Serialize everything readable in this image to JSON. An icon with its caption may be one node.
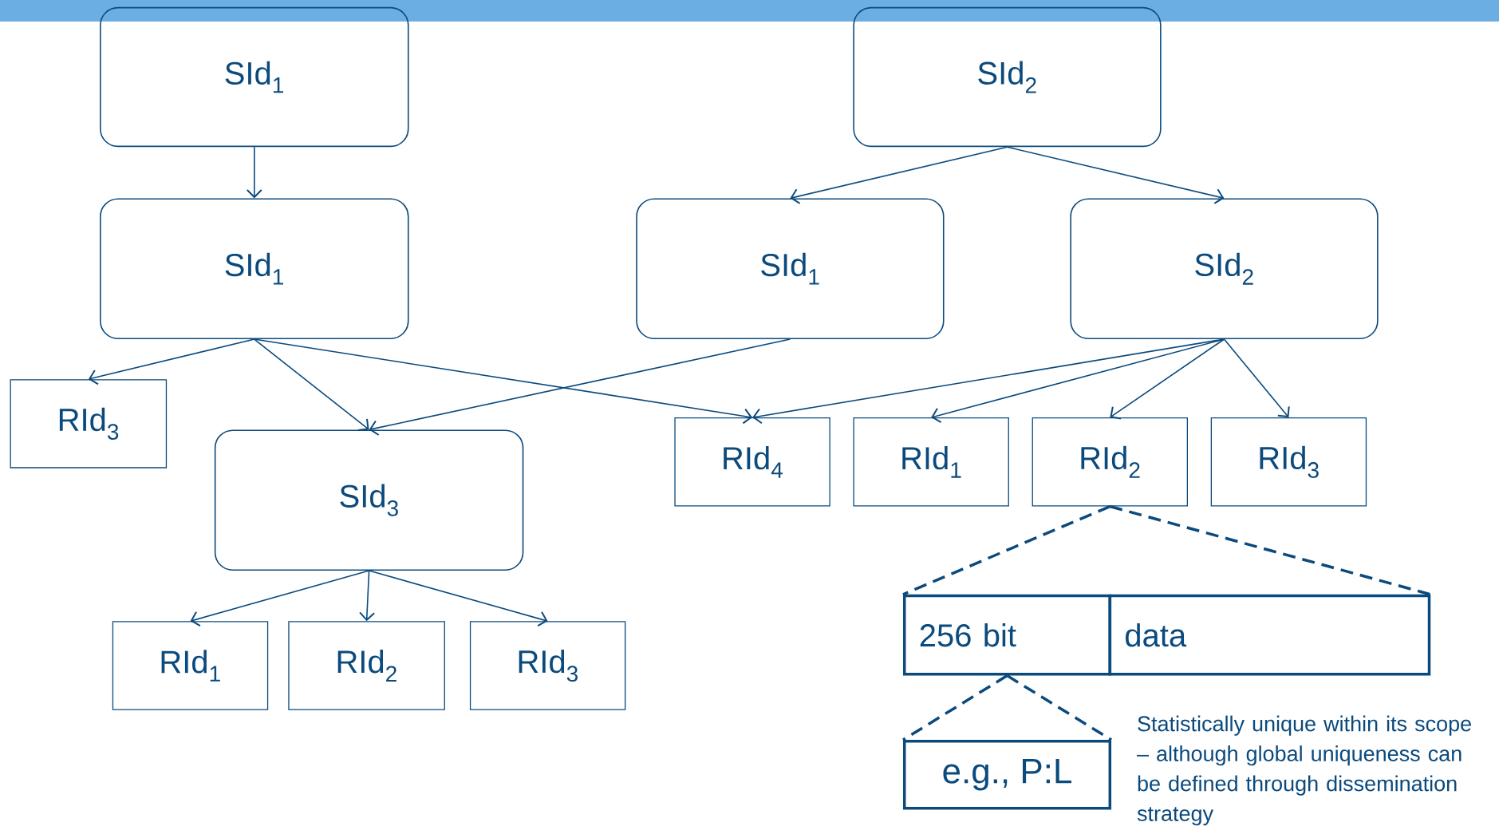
{
  "diagram": {
    "nodes": [
      {
        "text": [
          "SId$_{1}$"
        ]
      },
      {
        "text": [
          "SId$_{2}$"
        ]
      },
      {
        "text": [
          "SId$_{1}$"
        ]
      },
      {
        "text": [
          "SId$_{1}$"
        ]
      },
      {
        "text": [
          "SId$_{2}$"
        ]
      },
      {
        "text": [
          "RId$_{3}$"
        ]
      },
      {
        "text": [
          "SId$_{3}$"
        ]
      },
      {
        "text": [
          "RId$_{4}$"
        ]
      },
      {
        "text": [
          "RId$_{1}$"
        ]
      },
      {
        "text": [
          "RId$_{2}$"
        ]
      },
      {
        "text": [
          "RId$_{3}$"
        ]
      },
      {
        "text": [
          "RId$_{1}$"
        ]
      },
      {
        "text": [
          "RId$_{2}$"
        ]
      },
      {
        "text": [
          "RId$_{3}$"
        ]
      },
      {
        "text": [
          "256 bit"
        ]
      },
      {
        "text": [
          "data"
        ]
      },
      {
        "text": [
          "e.g., P:L"
        ]
      }
    ],
    "edges": [
      {
        "from": 0,
        "to": 2,
        "arrow": "to"
      },
      {
        "from": 1,
        "to": 3,
        "arrow": "to"
      },
      {
        "from": 1,
        "to": 4,
        "arrow": "to"
      },
      {
        "from": 2,
        "to": 5,
        "arrow": "to"
      },
      {
        "from": 2,
        "to": 6,
        "arrow": "to"
      },
      {
        "from": 2,
        "to": 7,
        "arrow": "to"
      },
      {
        "from": 3,
        "to": 6,
        "arrow": "to"
      },
      {
        "from": 4,
        "to": 7,
        "arrow": "to"
      },
      {
        "from": 4,
        "to": 8,
        "arrow": "to"
      },
      {
        "from": 4,
        "to": 9,
        "arrow": "to"
      },
      {
        "from": 4,
        "to": 10,
        "arrow": "to"
      },
      {
        "from": 6,
        "to": 11,
        "arrow": "to"
      },
      {
        "from": 6,
        "to": 12,
        "arrow": "to"
      },
      {
        "from": 6,
        "to": 13,
        "arrow": "to"
      },
      {
        "from": 9,
        "to": 14,
        "arrow": "none",
        "style": "dashed"
      },
      {
        "from": 9,
        "to": 15,
        "arrow": "none",
        "style": "dashed"
      },
      {
        "from": 14,
        "to": 16,
        "arrow": "none",
        "style": "dashed"
      },
      {
        "from": 14,
        "to": 16,
        "arrow": "none",
        "style": "dashed"
      }
    ],
    "labels": [
      "Statistically unique within its scope – although global uniqueness can be defined through dissemination strategy"
    ]
  }
}
